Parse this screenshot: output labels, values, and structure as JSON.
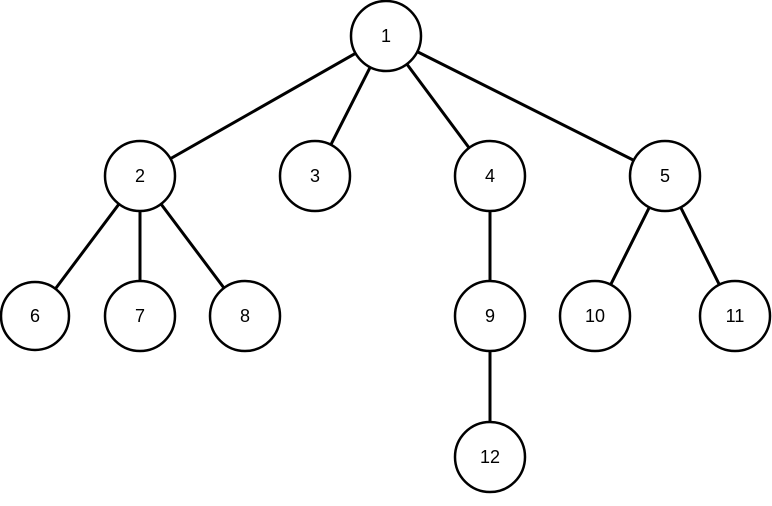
{
  "tree": {
    "nodes": [
      {
        "id": "1",
        "label": "1"
      },
      {
        "id": "2",
        "label": "2"
      },
      {
        "id": "3",
        "label": "3"
      },
      {
        "id": "4",
        "label": "4"
      },
      {
        "id": "5",
        "label": "5"
      },
      {
        "id": "6",
        "label": "6"
      },
      {
        "id": "7",
        "label": "7"
      },
      {
        "id": "8",
        "label": "8"
      },
      {
        "id": "9",
        "label": "9"
      },
      {
        "id": "10",
        "label": "10"
      },
      {
        "id": "11",
        "label": "11"
      },
      {
        "id": "12",
        "label": "12"
      }
    ],
    "edges": [
      {
        "from": "1",
        "to": "2"
      },
      {
        "from": "1",
        "to": "3"
      },
      {
        "from": "1",
        "to": "4"
      },
      {
        "from": "1",
        "to": "5"
      },
      {
        "from": "2",
        "to": "6"
      },
      {
        "from": "2",
        "to": "7"
      },
      {
        "from": "2",
        "to": "8"
      },
      {
        "from": "4",
        "to": "9"
      },
      {
        "from": "5",
        "to": "10"
      },
      {
        "from": "5",
        "to": "11"
      },
      {
        "from": "9",
        "to": "12"
      }
    ]
  }
}
